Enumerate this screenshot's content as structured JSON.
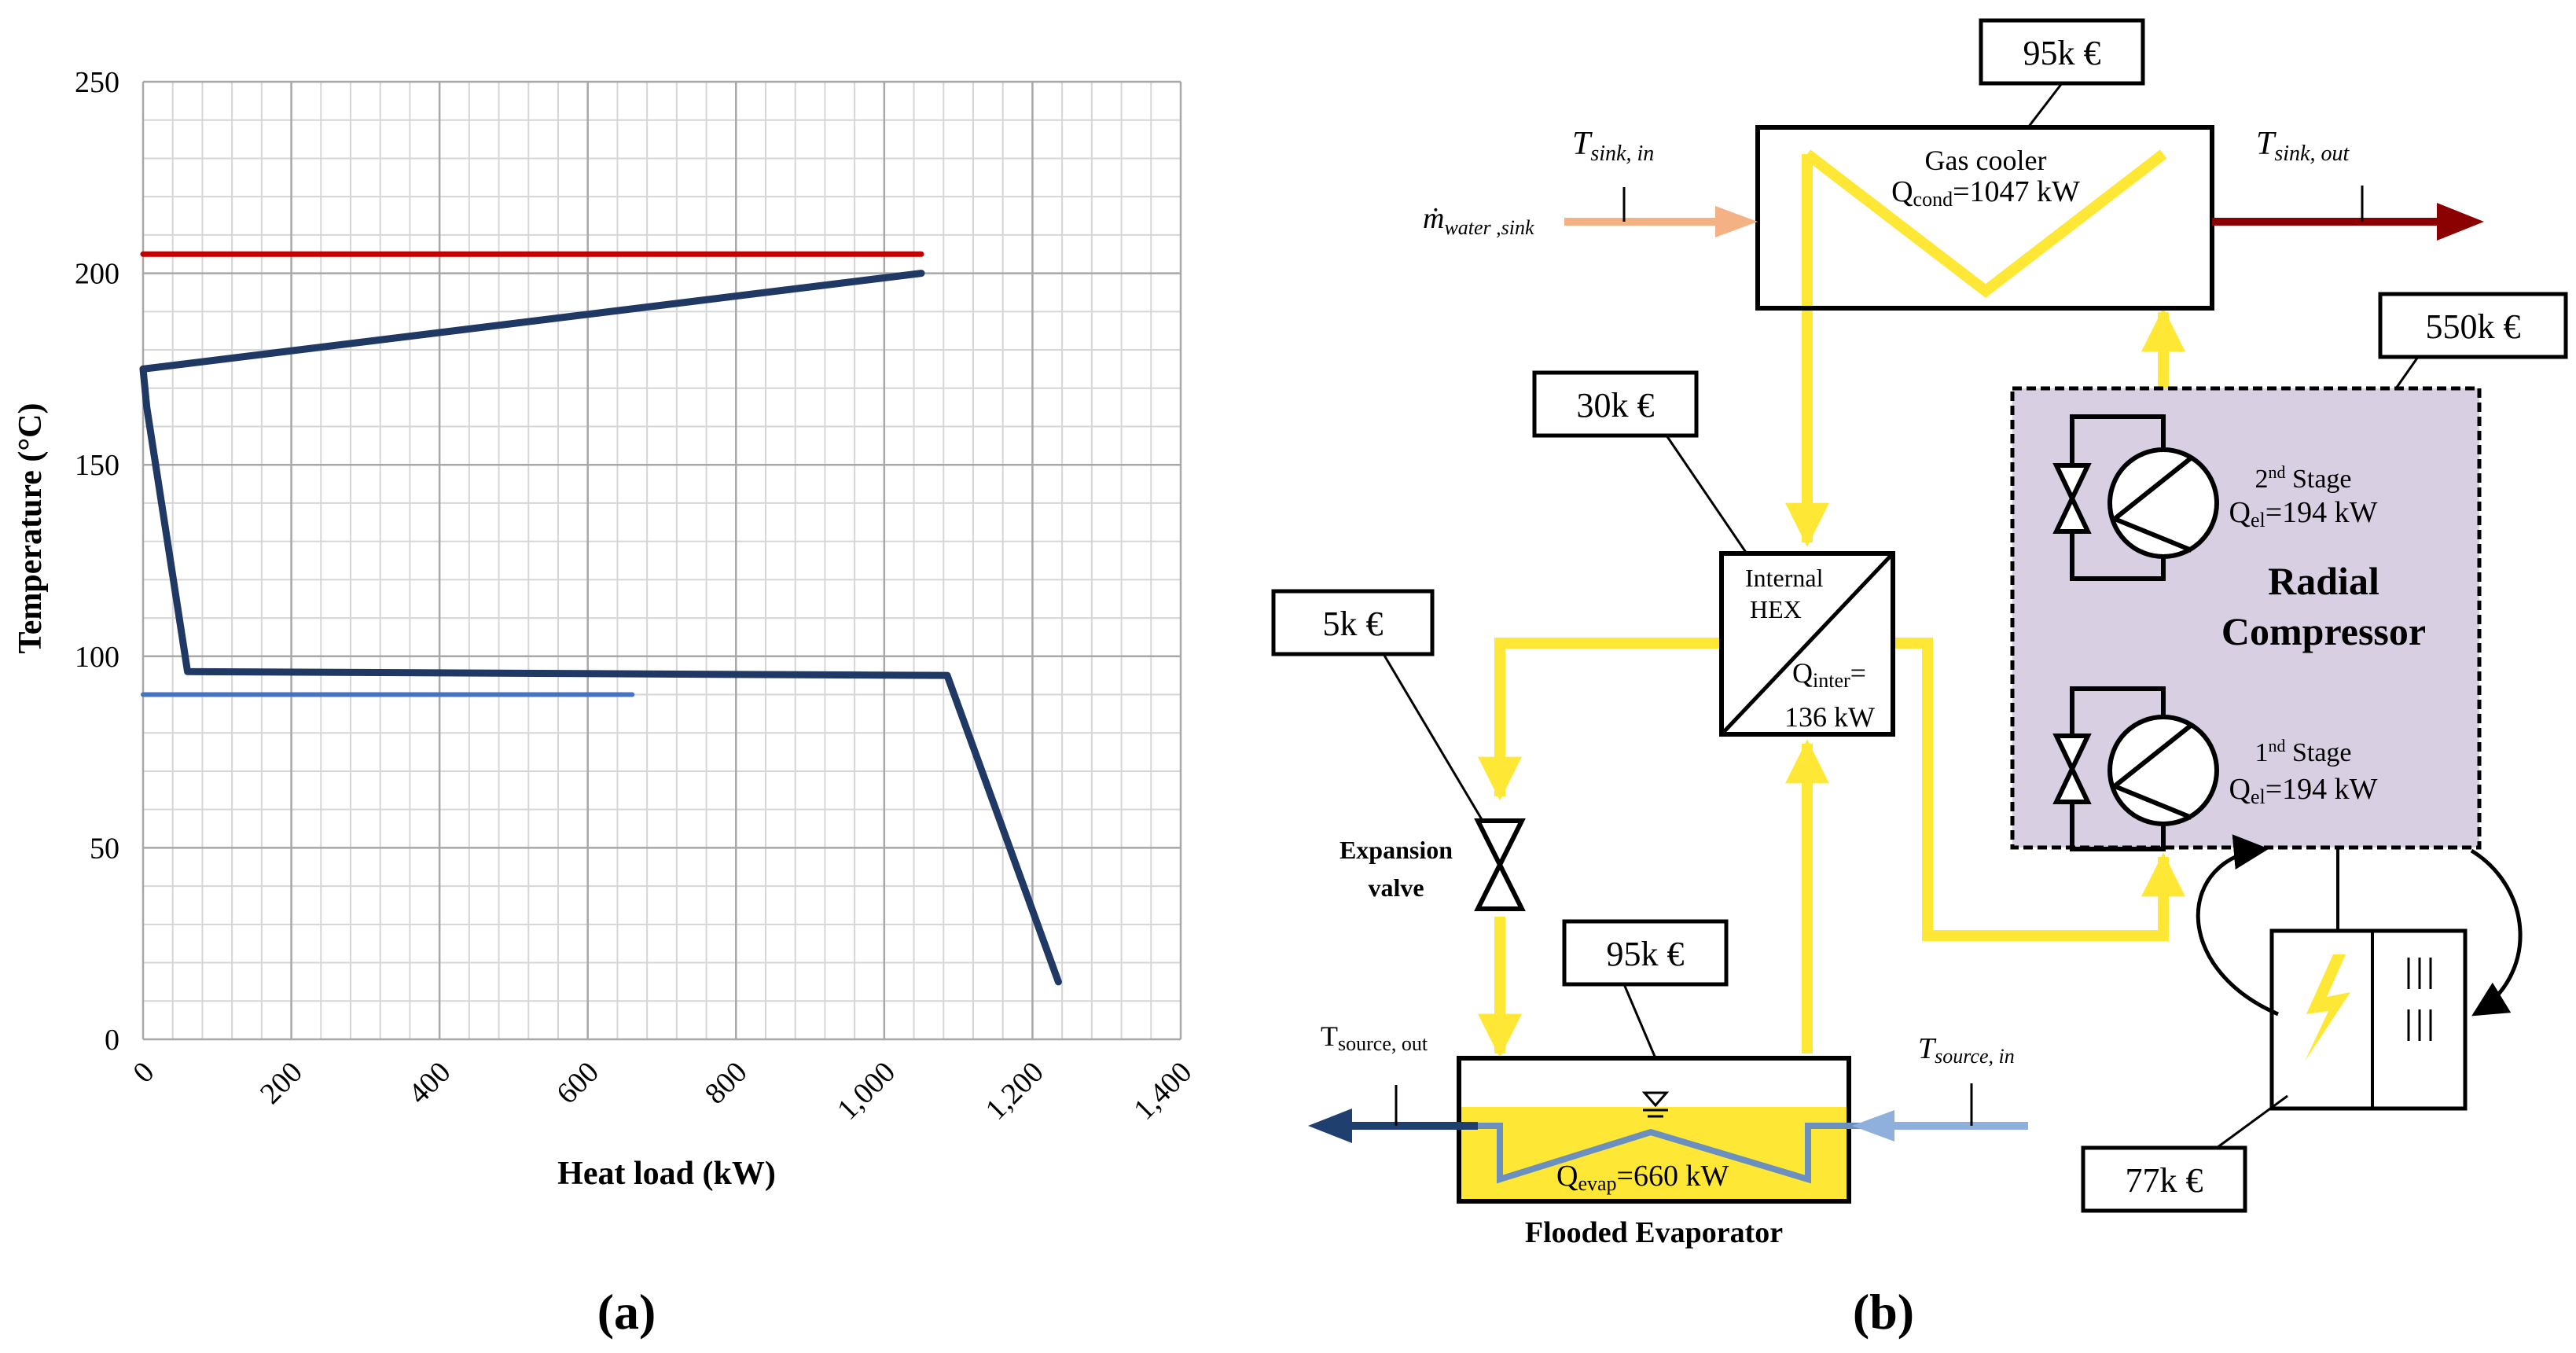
{
  "panel_a": {
    "label": "(a)",
    "chart_data": {
      "type": "line",
      "title": "",
      "xlabel": "Heat load (kW)",
      "ylabel": "Temperature (°C)",
      "xlim": [
        0,
        1400
      ],
      "ylim": [
        0,
        250
      ],
      "x_ticks": [
        0,
        200,
        400,
        600,
        800,
        1000,
        1200,
        1400
      ],
      "x_tick_labels": [
        "0",
        "200",
        "400",
        "600",
        "800",
        "1,000",
        "1,200",
        "1,400"
      ],
      "y_ticks": [
        0,
        50,
        100,
        150,
        200,
        250
      ],
      "y_tick_labels": [
        "0",
        "50",
        "100",
        "150",
        "200",
        "250"
      ],
      "grid": true,
      "series": [
        {
          "color": "#c00000",
          "x": [
            0,
            1050
          ],
          "y": [
            205,
            205
          ]
        },
        {
          "color": "#4472c4",
          "x": [
            0,
            660
          ],
          "y": [
            90,
            90
          ]
        },
        {
          "color": "#1f3864",
          "x": [
            0,
            1050
          ],
          "y": [
            175,
            200
          ]
        },
        {
          "color": "#1f3864",
          "x": [
            0,
            5,
            60,
            1085,
            1235
          ],
          "y": [
            175,
            165,
            96,
            95,
            15
          ]
        }
      ]
    }
  },
  "panel_b": {
    "label": "(b)",
    "costs": {
      "gas_cooler": "95k €",
      "compressor": "550k €",
      "internal_hex": "30k €",
      "expansion_valve": "5k €",
      "evaporator": "95k €",
      "drive": "77k €"
    },
    "gas_cooler": {
      "name": "Gas cooler",
      "q_sym": "Q",
      "q_sub": "cond",
      "q_val": "=1047 kW"
    },
    "sink_in": {
      "T": "T",
      "T_sub": "sink, in",
      "m": "ṁ",
      "m_sub": "water ,sink"
    },
    "sink_out": {
      "T": "T",
      "T_sub": "sink, out"
    },
    "internal_hex": {
      "name_1": "Internal",
      "name_2": "HEX",
      "q_sym": "Q",
      "q_sub": "inter",
      "q_val": "=",
      "q_val_2": "136 kW"
    },
    "compressor": {
      "name_1": "Radial",
      "name_2": "Compressor",
      "stage2": {
        "num": "2",
        "sup": "nd",
        "label": " Stage",
        "q_sym": "Q",
        "q_sub": "el",
        "q_val": "=194 kW"
      },
      "stage1": {
        "num": "1",
        "sup": "nd",
        "label": " Stage",
        "q_sym": "Q",
        "q_sub": "el",
        "q_val": "=194 kW"
      }
    },
    "expansion_valve": {
      "name_1": "Expansion",
      "name_2": "valve"
    },
    "evaporator": {
      "name": "Flooded Evaporator",
      "q_sym": "Q",
      "q_sub": "evap",
      "q_val": "=660 kW"
    },
    "source_out": {
      "T": "T",
      "T_sub": "source, out"
    },
    "source_in": {
      "T": "T",
      "T_sub": "source, in"
    },
    "colors": {
      "refrigerant": "#ffe835",
      "sink_in": "#f4b183",
      "sink_out": "#8b0000",
      "source_out": "#1f3f6e",
      "source_in": "#8fb0dd",
      "compressor_box": "#d8d0e2",
      "evaporator_liquid": "#ffe835",
      "evaporator_coil": "#6b8fbf"
    }
  }
}
